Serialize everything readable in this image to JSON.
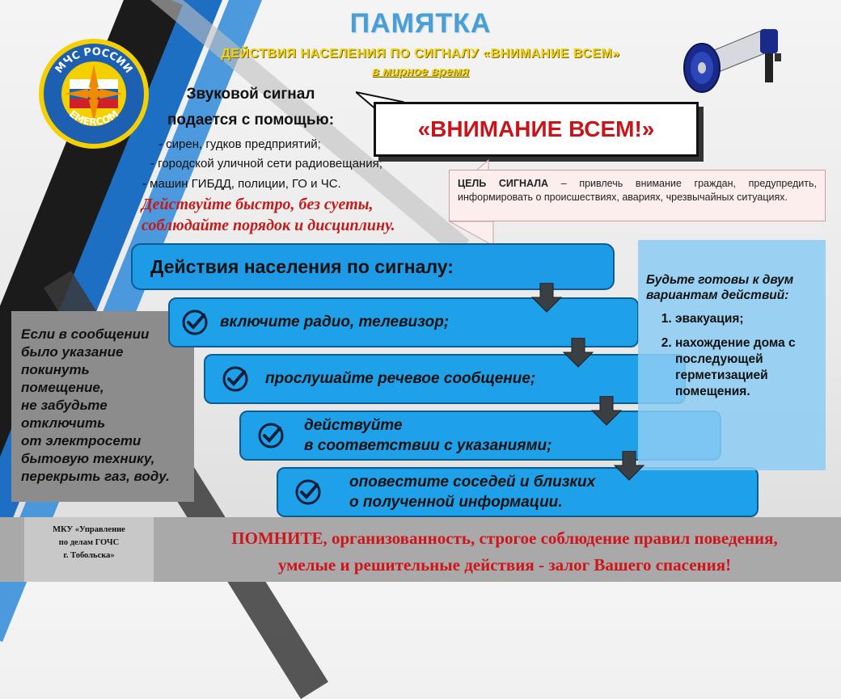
{
  "header": {
    "title": "ПАМЯТКА",
    "subtitle": "ДЕЙСТВИЯ НАСЕЛЕНИЯ ПО СИГНАЛУ «ВНИМАНИЕ ВСЕМ»",
    "subtitle2": "в мирное время"
  },
  "logo": {
    "top_text": "МЧС РОССИИ",
    "bottom_text": "EMERCOM"
  },
  "sound": {
    "heading_line1": "Звуковой сигнал",
    "heading_line2": "подается с помощью:",
    "items": [
      "- сирен, гудков предприятий;",
      "- городской уличной сети радиовещания;",
      "- машин ГИБДД, полиции,  ГО и ЧС."
    ]
  },
  "warning": {
    "line1": "Действуйте быстро, без суеты,",
    "line2": "соблюдайте порядок и дисциплину."
  },
  "attention_label": "«ВНИМАНИЕ  ВСЕМ!»",
  "goal": {
    "label": "ЦЕЛЬ  СИГНАЛА",
    "text": " – привлечь внимание граждан, предупредить, информировать о происшествиях, авариях, чрезвычайных ситуациях."
  },
  "actions": {
    "heading": "Действия населения по сигналу:",
    "steps": [
      {
        "line1": "включите радио, телевизор;",
        "line2": ""
      },
      {
        "line1": "прослушайте речевое сообщение;",
        "line2": ""
      },
      {
        "line1": "действуйте",
        "line2": "в соответствии с указаниями;"
      },
      {
        "line1": "оповестите соседей и близких",
        "line2": "о полученной информации."
      }
    ]
  },
  "left_note": {
    "lines": [
      "Если в сообщении",
      "было указание",
      "покинуть",
      "помещение,",
      "не забудьте",
      "отключить",
      "от электросети",
      "бытовую технику,",
      "перекрыть газ, воду."
    ]
  },
  "right_note": {
    "lead": "Будьте готовы к двум вариантам действий:",
    "options": [
      "эвакуация;",
      "нахождение дома с последующей герметизацией помещения."
    ]
  },
  "footer": {
    "org_lines": [
      "МКУ «Управление",
      "по делам ГОЧС",
      "г. Тобольска»"
    ],
    "remember_line1": "ПОМНИТЕ, организованность, строгое соблюдение правил поведения,",
    "remember_line2": "умелые и решительные действия  - залог Вашего спасения!"
  },
  "colors": {
    "title": "#4a9ed6",
    "subtitle": "#f2d21c",
    "action_blue": "#1fa1ea",
    "alert_red": "#c8141a",
    "note_gray": "#8c8c8c",
    "note_blue": "#8ccdf5"
  },
  "icons": [
    "emercom-logo-icon",
    "megaphone-icon",
    "checkmark-icon",
    "down-arrow-icon"
  ]
}
